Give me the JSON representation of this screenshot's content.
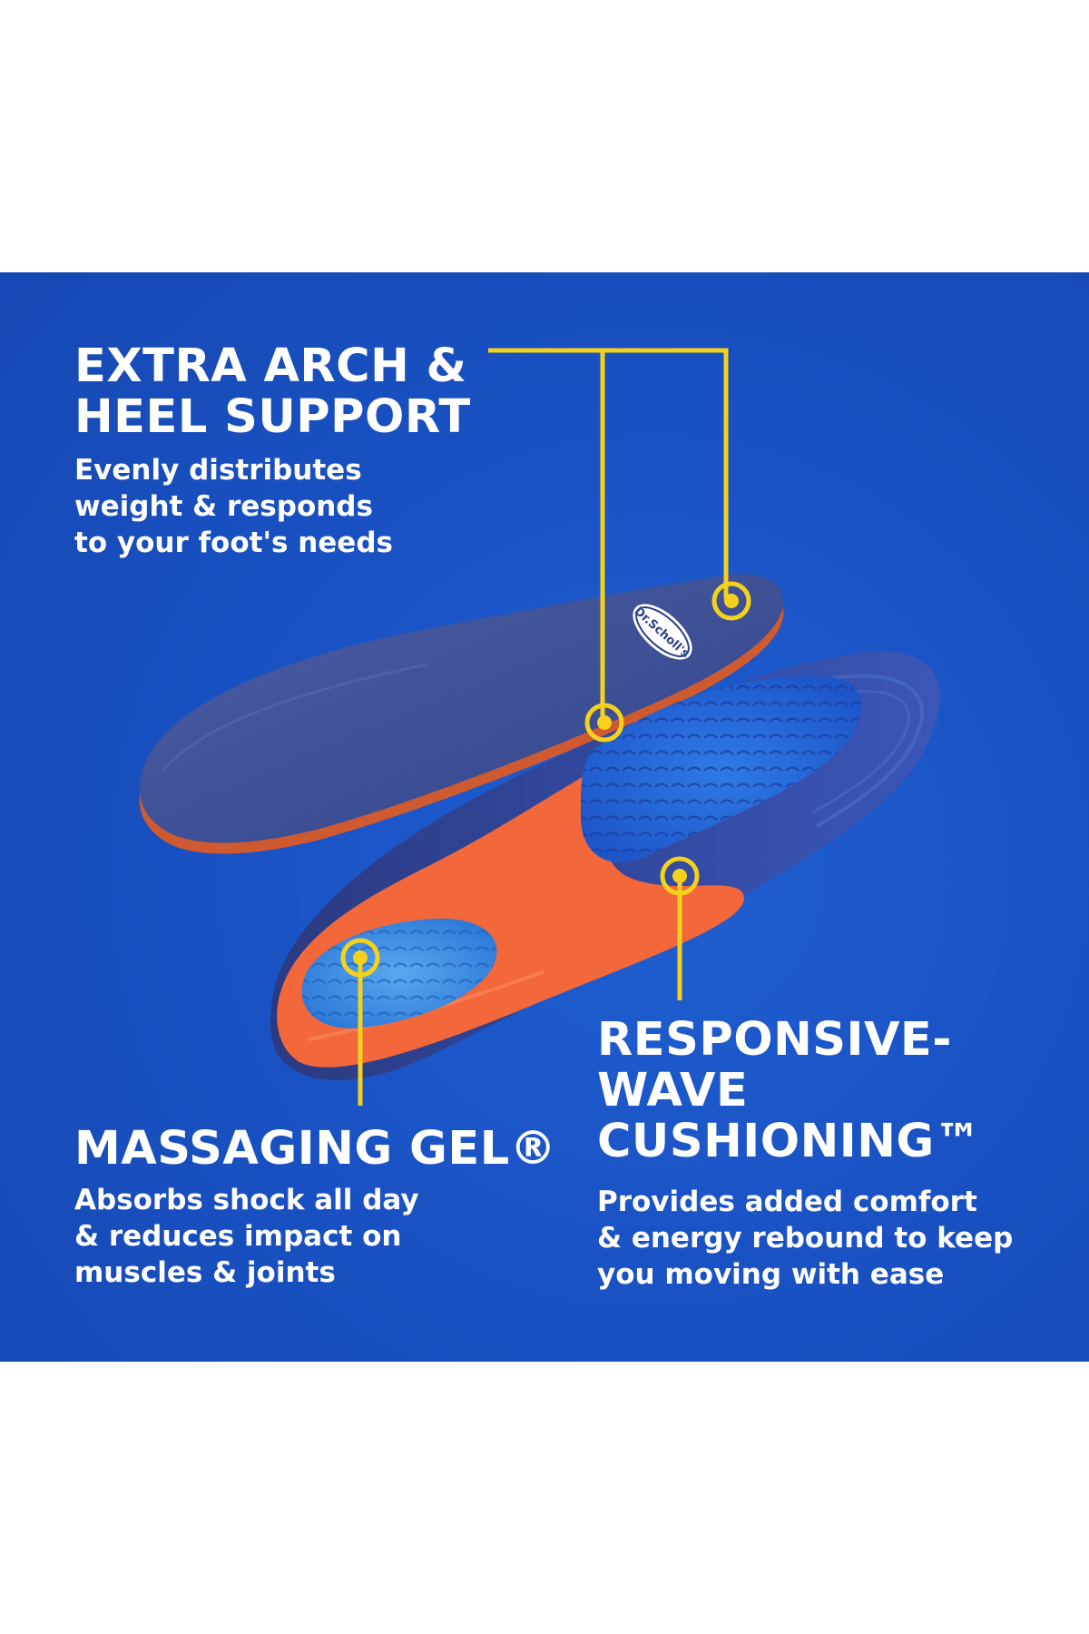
{
  "colors": {
    "background_blue": "#1a52c4",
    "callout_yellow": "#f4d21c",
    "insole_navy": "#3d4f96",
    "insole_orange": "#f2683a",
    "gel_blue": "#2266d8",
    "text": "#ffffff"
  },
  "features": {
    "arch": {
      "title_lines": [
        "EXTRA ARCH &",
        "HEEL SUPPORT"
      ],
      "desc_lines": [
        "Evenly distributes",
        "weight & responds",
        "to your foot's needs"
      ]
    },
    "gel": {
      "title_lines": [
        "MASSAGING GEL®"
      ],
      "desc_lines": [
        "Absorbs shock all day",
        "& reduces impact on",
        "muscles & joints"
      ]
    },
    "wave": {
      "title_lines": [
        "RESPONSIVE-",
        "WAVE",
        "CUSHIONING™"
      ],
      "desc_lines": [
        "Provides added comfort",
        "& energy rebound to keep",
        "you moving with ease"
      ]
    }
  },
  "brand": {
    "logo_text": "Dr.Scholl's"
  },
  "icons": [
    "callout-dot-icon",
    "brand-logo-icon"
  ]
}
